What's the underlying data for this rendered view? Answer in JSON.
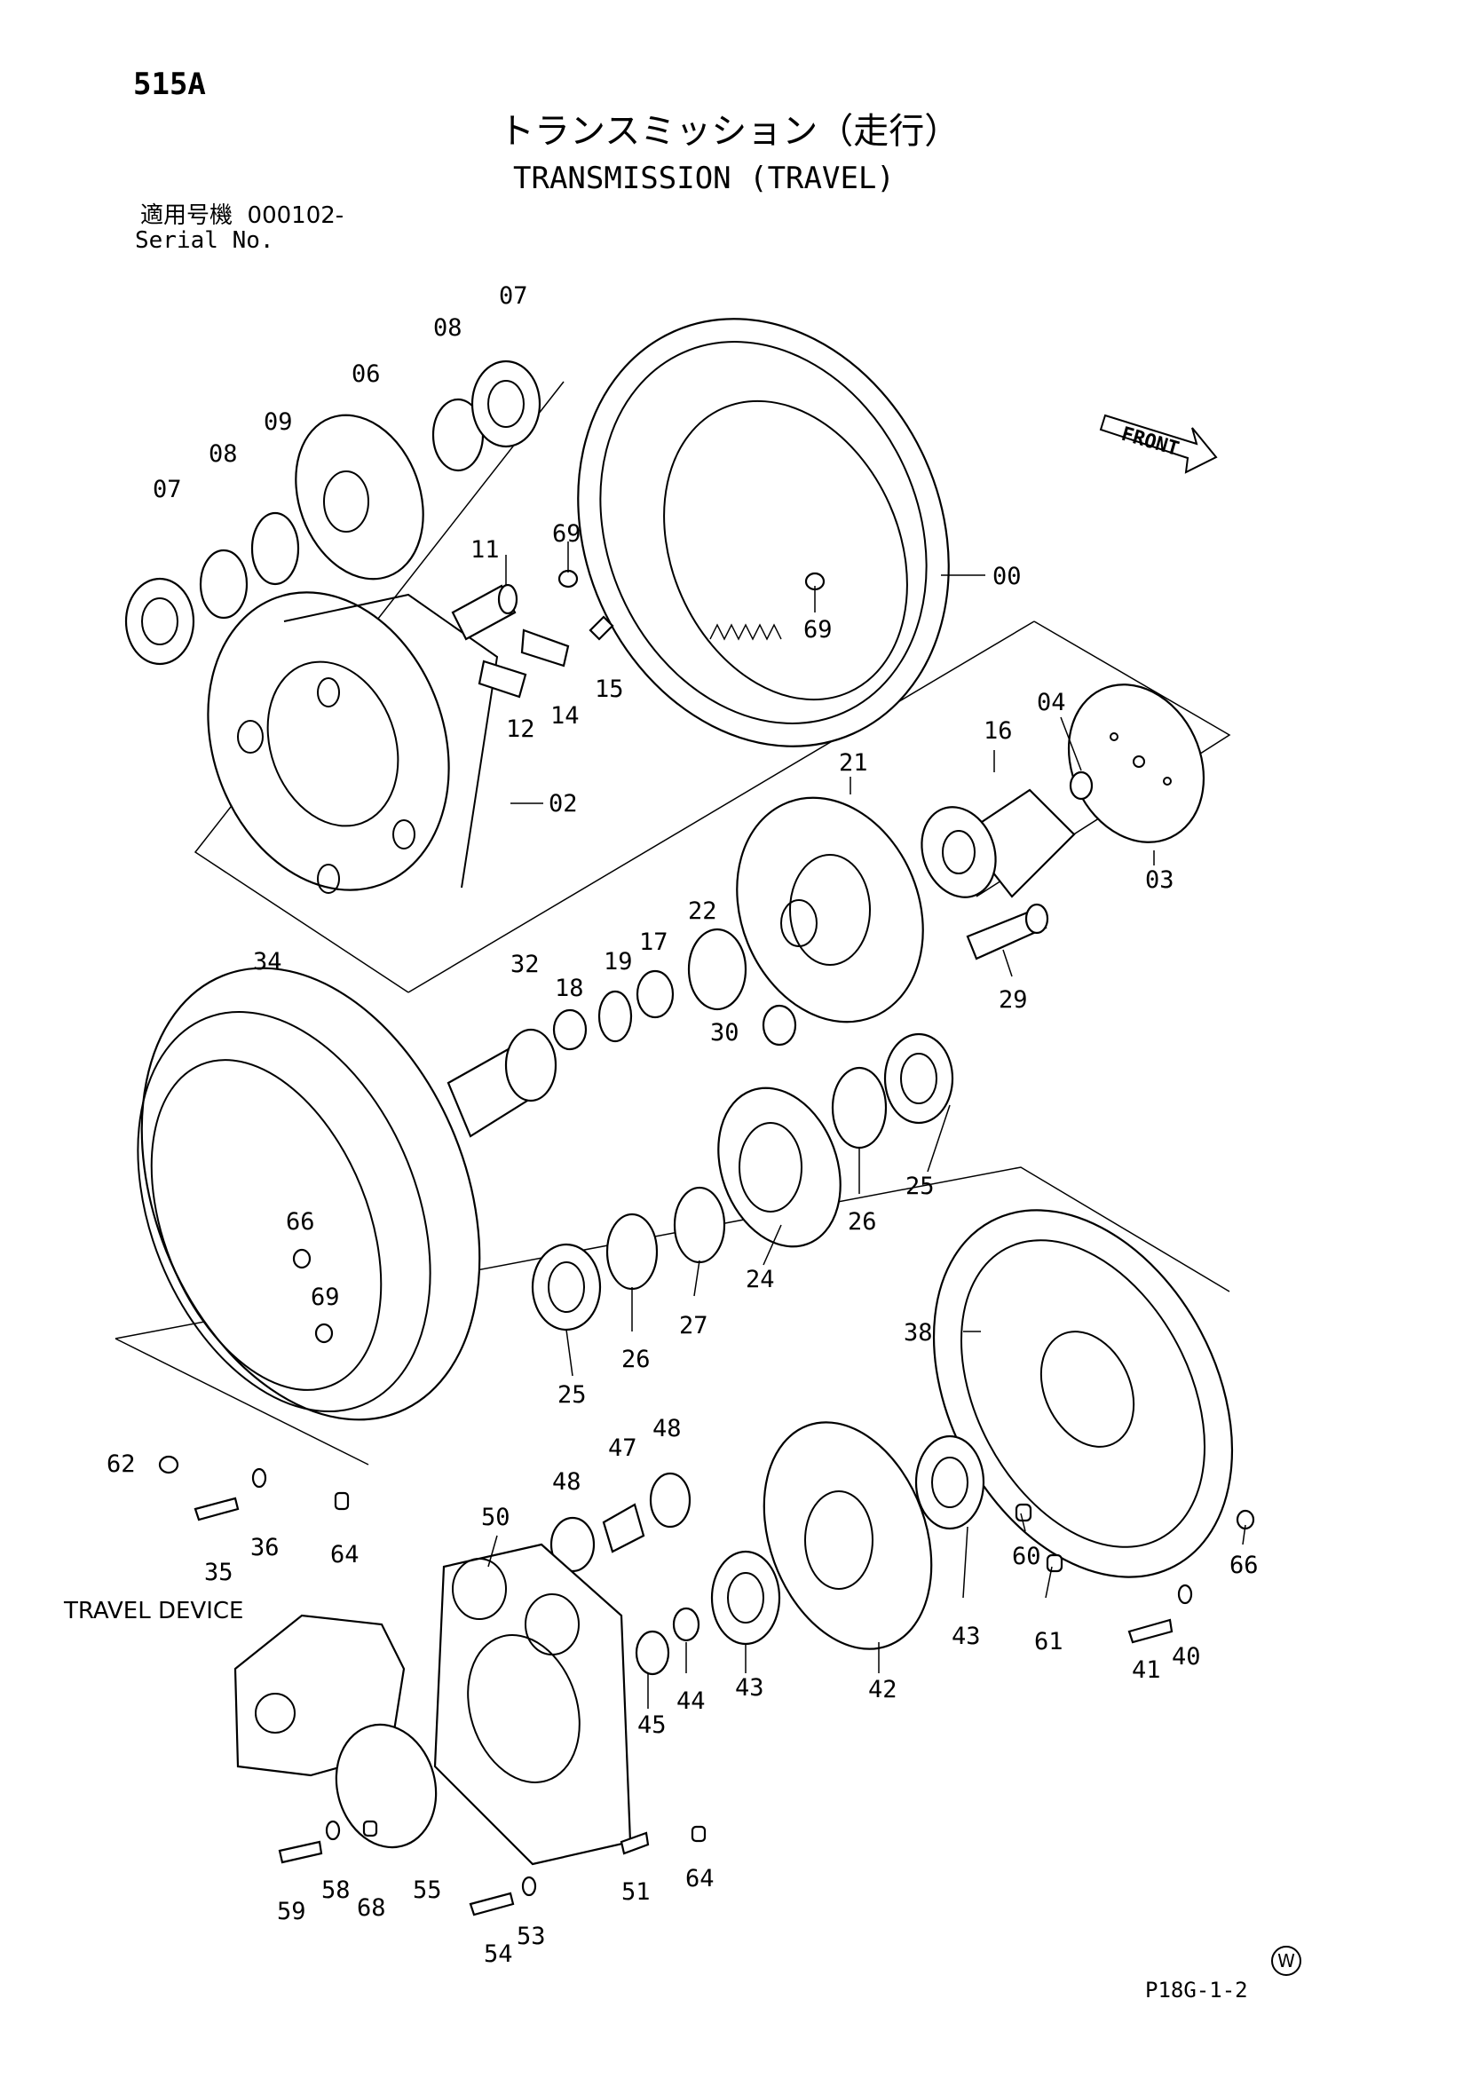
{
  "header": {
    "page_code": "515A",
    "title_jp": "トランスミッション（走行）",
    "title_en": "TRANSMISSION (TRAVEL)",
    "serial_label_jp": "適用号機",
    "serial_value": "000102-",
    "serial_label_en": "Serial No."
  },
  "front_arrow": "FRONT",
  "device_label": "TRAVEL DEVICE",
  "footer": {
    "sheet_code": "P18G-1-2",
    "mark": "W"
  },
  "callouts": {
    "c00": "00",
    "c02": "02",
    "c03": "03",
    "c04": "04",
    "c06": "06",
    "c07a": "07",
    "c07b": "07",
    "c08a": "08",
    "c08b": "08",
    "c09": "09",
    "c11": "11",
    "c12": "12",
    "c14": "14",
    "c15": "15",
    "c16": "16",
    "c17": "17",
    "c18": "18",
    "c19": "19",
    "c21": "21",
    "c22": "22",
    "c24": "24",
    "c25a": "25",
    "c25b": "25",
    "c26a": "26",
    "c26b": "26",
    "c27": "27",
    "c29": "29",
    "c30": "30",
    "c32": "32",
    "c34": "34",
    "c35": "35",
    "c36": "36",
    "c38": "38",
    "c40": "40",
    "c41": "41",
    "c42": "42",
    "c43a": "43",
    "c43b": "43",
    "c44": "44",
    "c45": "45",
    "c47": "47",
    "c48a": "48",
    "c48b": "48",
    "c50": "50",
    "c51": "51",
    "c53": "53",
    "c54": "54",
    "c55": "55",
    "c58": "58",
    "c59": "59",
    "c60": "60",
    "c61": "61",
    "c62": "62",
    "c64a": "64",
    "c64b": "64",
    "c66a": "66",
    "c66b": "66",
    "c68": "68",
    "c69a": "69",
    "c69b": "69",
    "c69c": "69"
  }
}
